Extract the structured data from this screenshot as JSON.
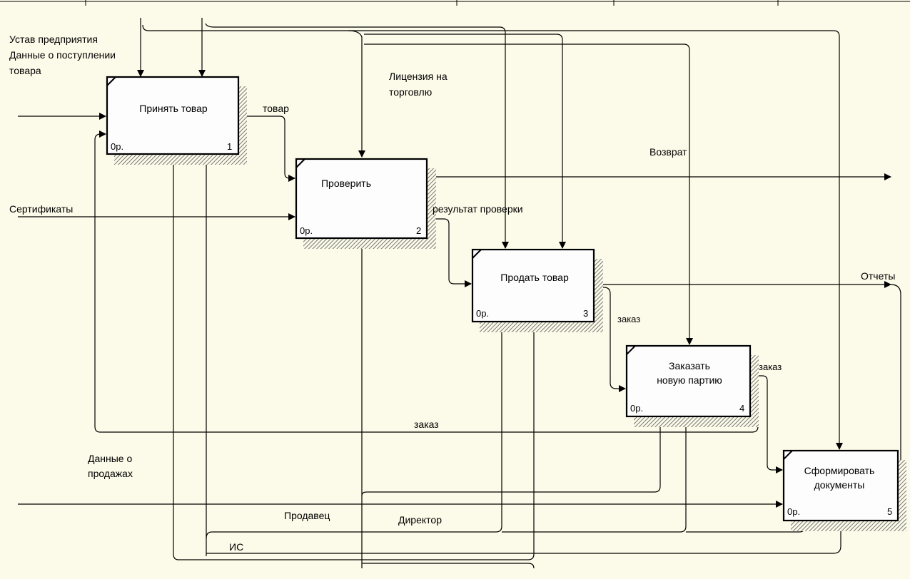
{
  "colors": {
    "background": "#fcfae8",
    "box_fill": "#fdfdfd",
    "stroke": "#000000",
    "shadow": "#888888"
  },
  "boxes": [
    {
      "id": "b1",
      "title_lines": [
        "Принять товар"
      ],
      "cost": "0р.",
      "number": "1"
    },
    {
      "id": "b2",
      "title_lines": [
        "Проверить"
      ],
      "cost": "0р.",
      "number": "2"
    },
    {
      "id": "b3",
      "title_lines": [
        "Продать товар"
      ],
      "cost": "0р.",
      "number": "3"
    },
    {
      "id": "b4",
      "title_lines": [
        "Заказать",
        "новую партию"
      ],
      "cost": "0р.",
      "number": "4"
    },
    {
      "id": "b5",
      "title_lines": [
        "Сформировать",
        "документы"
      ],
      "cost": "0р.",
      "number": "5"
    }
  ],
  "labels": {
    "input_charter": "Устав предприятия",
    "input_receipt_1": "Данные о поступлении",
    "input_receipt_2": "товара",
    "license_1": "Лицензия на",
    "license_2": "торговлю",
    "goods": "товар",
    "return": "Возврат",
    "certificates": "Сертификаты",
    "check_result": "результат проверки",
    "reports": "Отчеты",
    "order_3_4": "заказ",
    "order_4_5": "заказ",
    "order_feedback": "заказ",
    "sales_data_1": "Данные о",
    "sales_data_2": "продажах",
    "seller": "Продавец",
    "director": "Директор",
    "is": "ИС"
  }
}
